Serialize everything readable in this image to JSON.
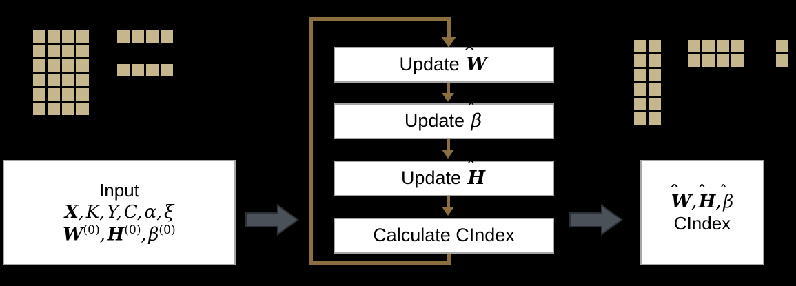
{
  "diagram": {
    "title": "Algorithm flow diagram",
    "background_color": "#000000",
    "accent_color": "#8B6F3E",
    "matrix_color": "#C5B68C",
    "box_fill": "#FFFFFF",
    "box_border": "#A6A6A6",
    "block_arrow_color": "#4A5159"
  },
  "input_matrices": {
    "x_matrix": {
      "name": "X",
      "cols": 4,
      "rows": 6
    },
    "y_row": {
      "name": "Y",
      "cols": 4,
      "rows": 1
    },
    "c_row": {
      "name": "C",
      "cols": 4,
      "rows": 1
    }
  },
  "input_box": {
    "title": "Input",
    "line1_parts": [
      "X",
      ",",
      "K",
      ",",
      "Y",
      ",",
      "C",
      ",",
      "α",
      ",",
      "ξ"
    ],
    "line1_text": "X, K, Y, C, α, ξ",
    "line2_text": "W(0), H(0), β(0)",
    "line2_symbols": [
      "W",
      "H",
      "β"
    ],
    "line2_superscript": "(0)"
  },
  "steps": [
    {
      "id": "update-w",
      "label_prefix": "Update",
      "symbol": "W",
      "symbol_hat": true,
      "symbol_bold": true,
      "label_text": "Update Ŵ"
    },
    {
      "id": "update-beta",
      "label_prefix": "Update",
      "symbol": "β",
      "symbol_hat": true,
      "symbol_bold": false,
      "label_text": "Update β̂"
    },
    {
      "id": "update-h",
      "label_prefix": "Update",
      "symbol": "H",
      "symbol_hat": true,
      "symbol_bold": true,
      "label_text": "Update Ĥ"
    },
    {
      "id": "calculate-cindex",
      "label_prefix": "Calculate CIndex",
      "symbol": "",
      "symbol_hat": false,
      "symbol_bold": false,
      "label_text": "Calculate CIndex"
    }
  ],
  "output_box": {
    "line1_text": "Ŵ, Ĥ, β̂",
    "line1_symbols": [
      "W",
      "H",
      "β"
    ],
    "line2_text": "CIndex"
  },
  "output_matrices": {
    "w_hat": {
      "name": "W-hat",
      "cols": 2,
      "rows": 6
    },
    "h_hat": {
      "name": "H-hat",
      "cols": 4,
      "rows": 2
    },
    "beta_hat": {
      "name": "beta-hat",
      "cols": 1,
      "rows": 2
    }
  },
  "arrows": {
    "input_to_loop": "arrow-right",
    "loop_to_output": "arrow-right",
    "loop_back": "feedback-loop"
  }
}
